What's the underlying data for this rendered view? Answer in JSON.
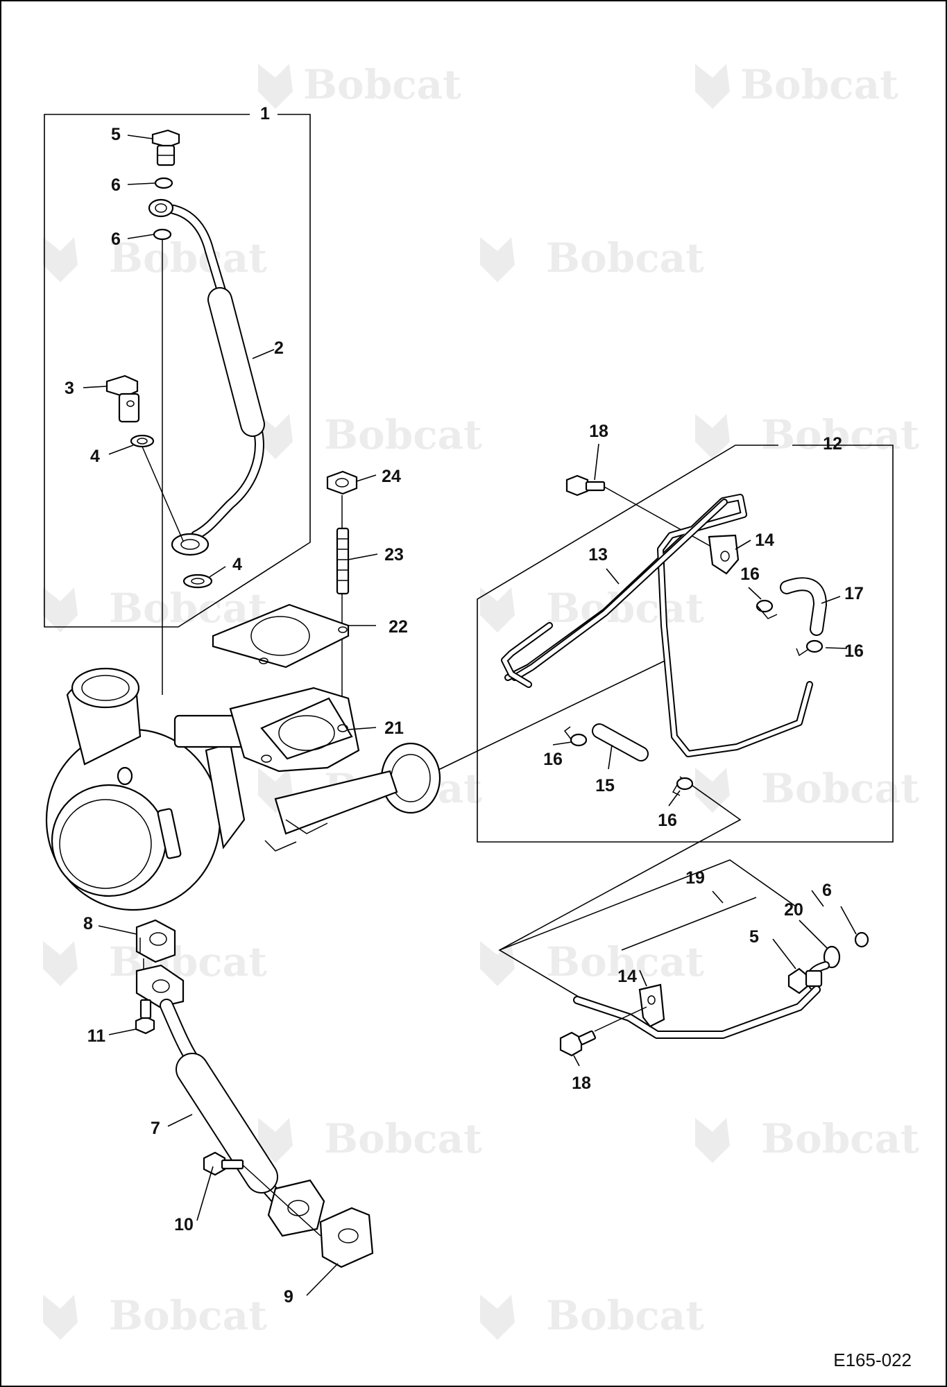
{
  "figure_code": "E165-022",
  "watermark": "Bobcat",
  "callouts": {
    "c1": "1",
    "c2": "2",
    "c3": "3",
    "c4a": "4",
    "c4b": "4",
    "c5a": "5",
    "c6a": "6",
    "c6b": "6",
    "c7": "7",
    "c8": "8",
    "c9": "9",
    "c10": "10",
    "c11": "11",
    "c12": "12",
    "c13": "13",
    "c14a": "14",
    "c14b": "14",
    "c15": "15",
    "c16a": "16",
    "c16b": "16",
    "c16c": "16",
    "c16d": "16",
    "c17": "17",
    "c18a": "18",
    "c18b": "18",
    "c19": "19",
    "c20": "20",
    "c5b": "5",
    "c6c": "6",
    "c21": "21",
    "c22": "22",
    "c23": "23",
    "c24": "24"
  }
}
